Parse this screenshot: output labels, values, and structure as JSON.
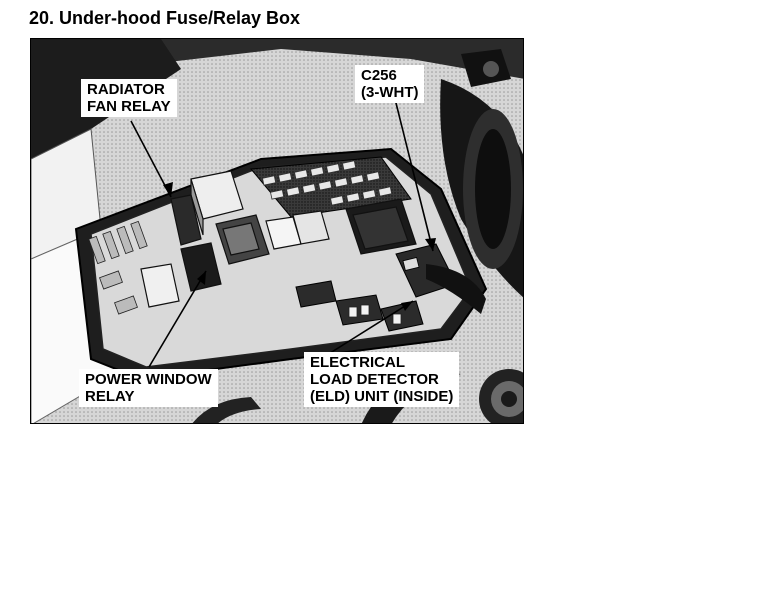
{
  "title": "20. Under-hood Fuse/Relay Box",
  "callouts": {
    "radiator_fan_relay": [
      "RADIATOR",
      "FAN RELAY"
    ],
    "c256": [
      "C256",
      "(3-WHT)"
    ],
    "power_window_relay": [
      "POWER WINDOW",
      "RELAY"
    ],
    "eld_unit": [
      "ELECTRICAL",
      "LOAD DETECTOR",
      "(ELD) UNIT (INSIDE)"
    ]
  }
}
